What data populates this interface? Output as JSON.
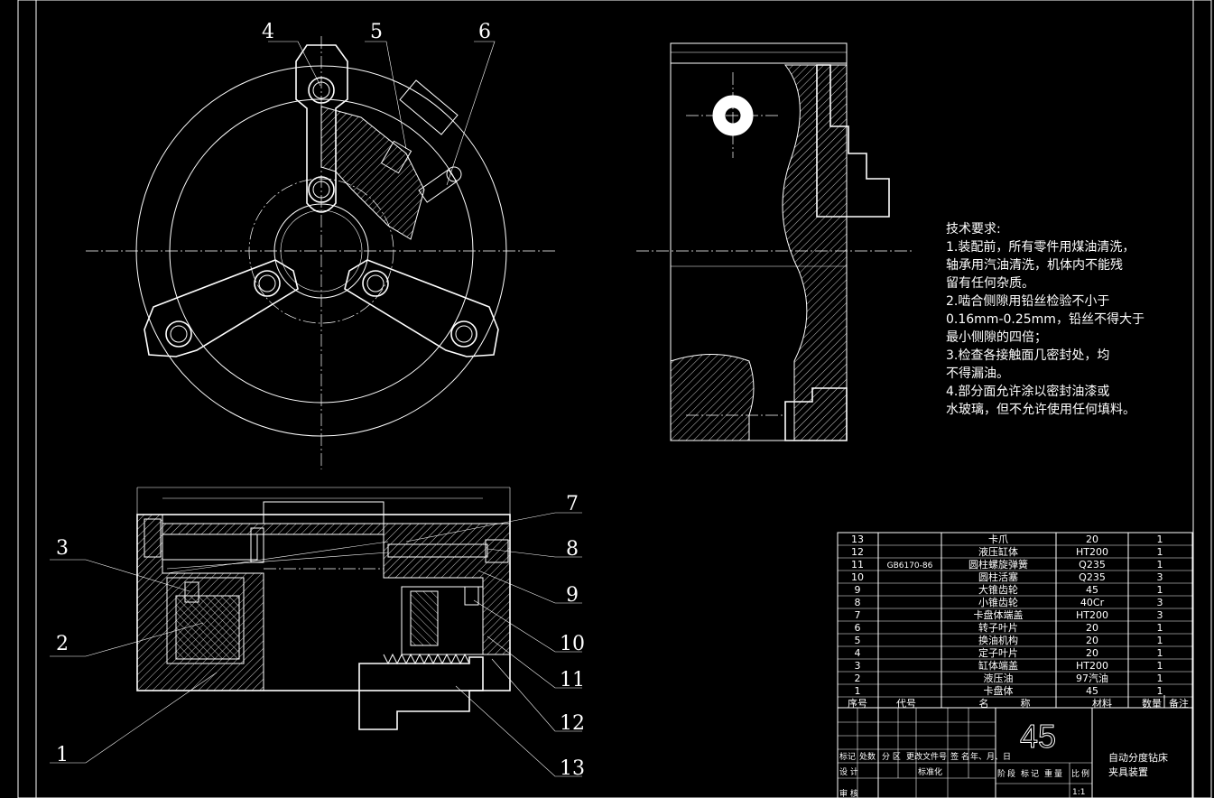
{
  "labels": [
    "1",
    "2",
    "3",
    "4",
    "5",
    "6",
    "7",
    "8",
    "9",
    "10",
    "11",
    "12",
    "13"
  ],
  "tech": {
    "title": "技术要求:",
    "lines": [
      "1.装配前，所有零件用煤油清洗，",
      "轴承用汽油清洗，机体内不能残",
      "留有任何杂质。",
      "2.啮合侧隙用铅丝检验不小于",
      "0.16mm-0.25mm，铅丝不得大于",
      "最小侧隙的四倍；",
      "3.检查各接触面几密封处，均",
      "不得漏油。",
      "4.部分面允许涂以密封油漆或",
      "水玻璃，但不允许使用任何填料。"
    ]
  },
  "bom": {
    "headers": [
      "序号",
      "代号",
      "名",
      "称",
      "材料",
      "数量",
      "备注"
    ],
    "rows": [
      {
        "no": "13",
        "code": "",
        "name": "卡爪",
        "mat": "20",
        "qty": "1"
      },
      {
        "no": "12",
        "code": "",
        "name": "液压缸体",
        "mat": "HT200",
        "qty": "1"
      },
      {
        "no": "11",
        "code": "GB6170-86",
        "name": "圆柱螺旋弹簧",
        "mat": "Q235",
        "qty": "1"
      },
      {
        "no": "10",
        "code": "",
        "name": "圆柱活塞",
        "mat": "Q235",
        "qty": "3"
      },
      {
        "no": "9",
        "code": "",
        "name": "大锥齿轮",
        "mat": "45",
        "qty": "1"
      },
      {
        "no": "8",
        "code": "",
        "name": "小锥齿轮",
        "mat": "40Cr",
        "qty": "3"
      },
      {
        "no": "7",
        "code": "",
        "name": "卡盘体端盖",
        "mat": "HT200",
        "qty": "3"
      },
      {
        "no": "6",
        "code": "",
        "name": "转子叶片",
        "mat": "20",
        "qty": "1"
      },
      {
        "no": "5",
        "code": "",
        "name": "换油机构",
        "mat": "20",
        "qty": "1"
      },
      {
        "no": "4",
        "code": "",
        "name": "定子叶片",
        "mat": "20",
        "qty": "1"
      },
      {
        "no": "3",
        "code": "",
        "name": "缸体端盖",
        "mat": "HT200",
        "qty": "1"
      },
      {
        "no": "2",
        "code": "",
        "name": "液压油",
        "mat": "97汽油",
        "qty": "1"
      },
      {
        "no": "1",
        "code": "",
        "name": "卡盘体",
        "mat": "45",
        "qty": "1"
      }
    ]
  },
  "titleblock": {
    "material": "45",
    "title_line1": "自动分度钻床",
    "title_line2": "夹具装置",
    "rev_cols": [
      "标记",
      "处数",
      "分 区",
      "更改文件号",
      "签 名",
      "年、月、日"
    ],
    "design_label": "设 计",
    "std_label": "标准化",
    "stage_cols": [
      "阶",
      "段",
      "标",
      "记",
      "重",
      "量",
      "比",
      "例"
    ],
    "scale": "1:1",
    "review_label": "审 核"
  }
}
